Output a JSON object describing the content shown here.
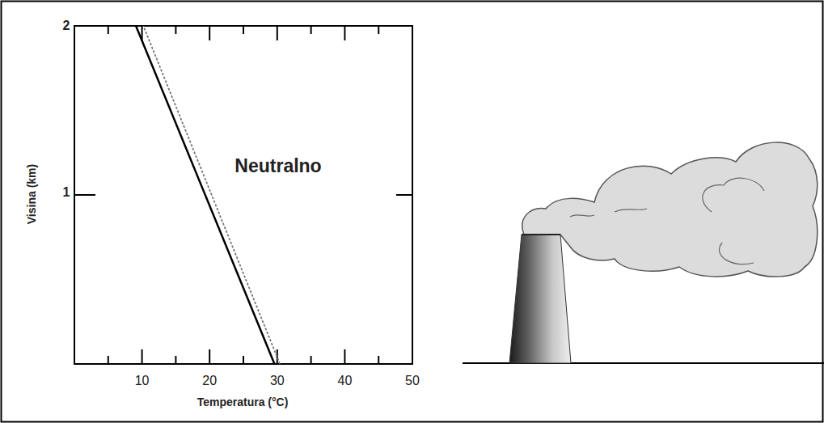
{
  "diagram": {
    "labels": [
      "2",
      "1",
      "Visina (km)",
      "10",
      "20",
      "30",
      "40",
      "50",
      "Temperatura (°C)",
      "Neutralno"
    ]
  }
}
